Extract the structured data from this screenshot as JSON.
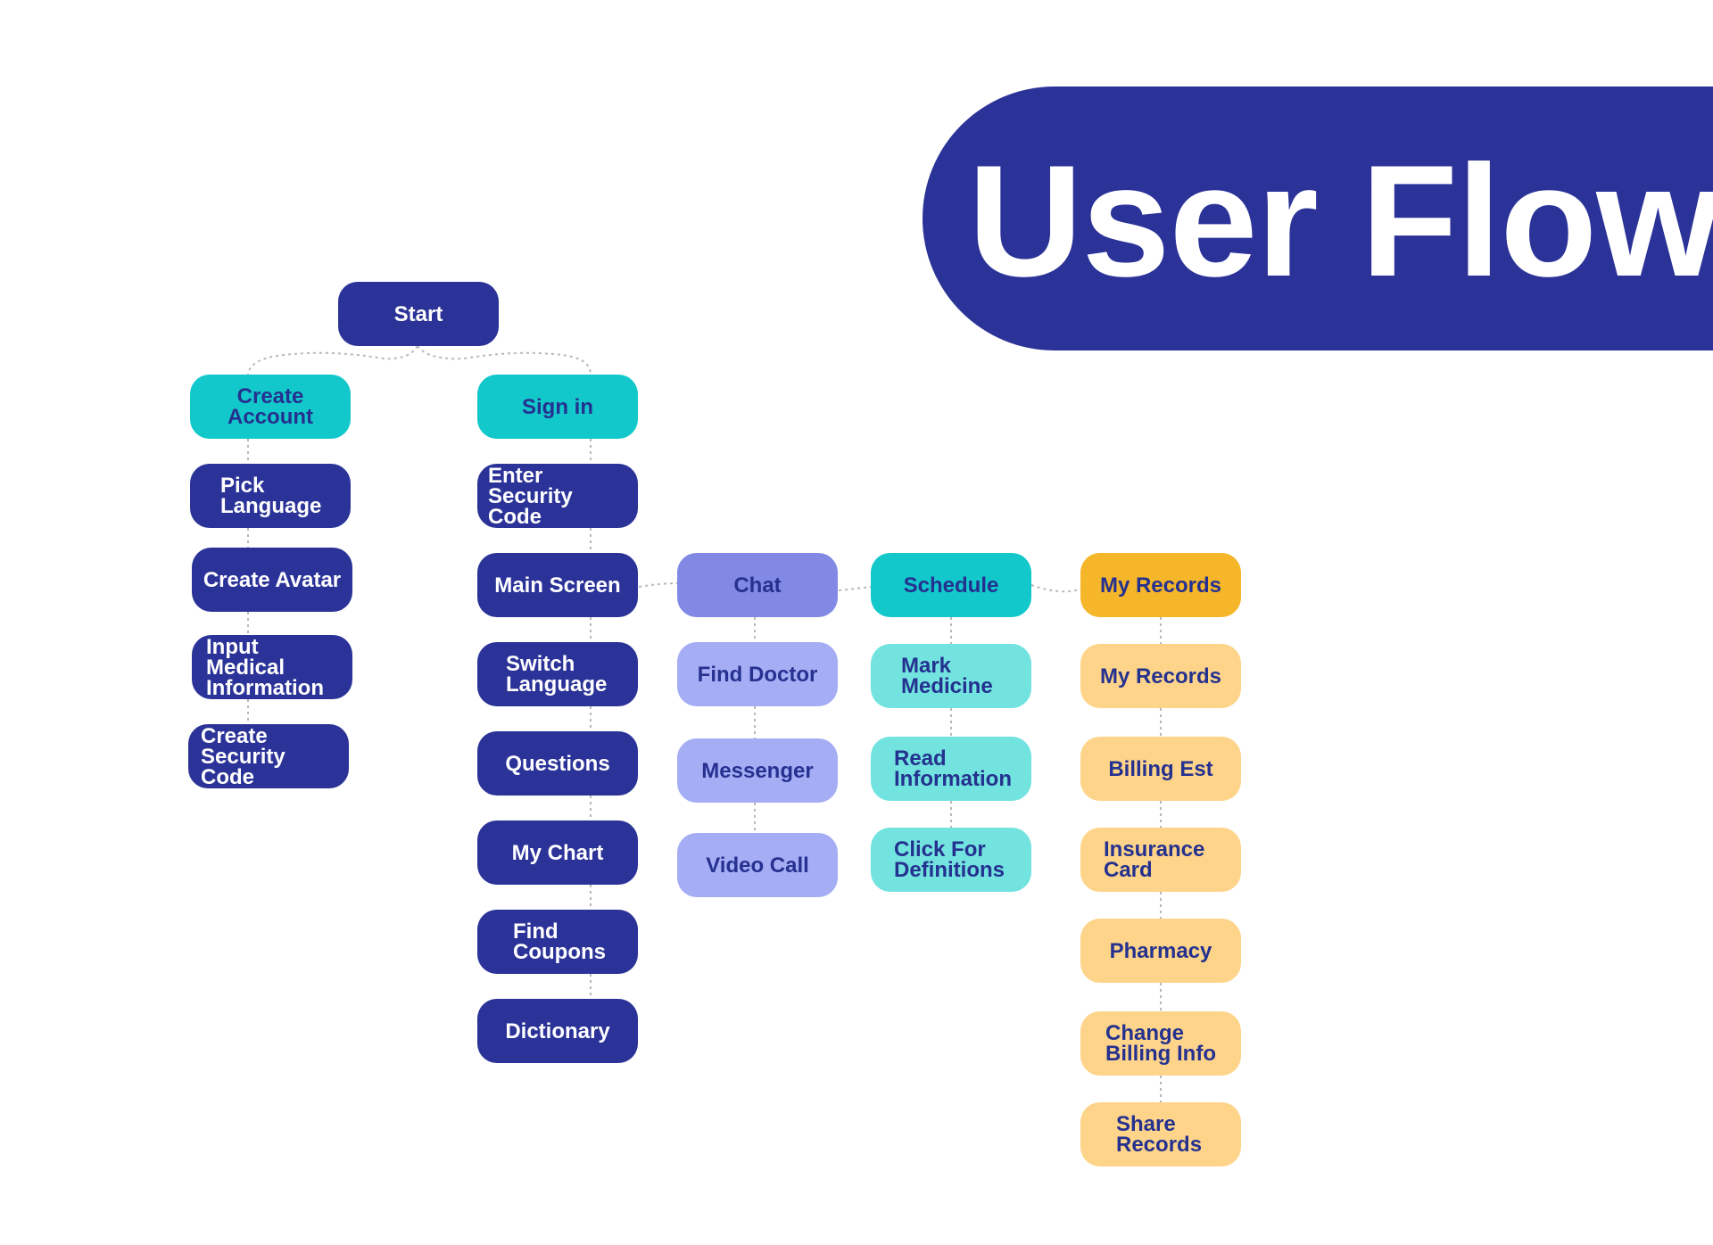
{
  "header": {
    "title": "User Flow"
  },
  "colors": {
    "banner": "#2b3398",
    "dark_node": "#2b3398",
    "teal_node": "#12c8cb",
    "chat_node": "#8189e4",
    "chat_sub": "#a5aef5",
    "schedule_sub": "#72e3df",
    "records_node": "#f6b62a",
    "records_sub": "#fed48a",
    "connector": "#b8b8b8"
  },
  "nodes": {
    "start": "Start",
    "create_account": "Create Account",
    "sign_in": "Sign in",
    "pick_language": "Pick Language",
    "create_avatar": "Create Avatar",
    "input_medical": "Input Medical Information",
    "create_security": "Create Security Code",
    "enter_security": "Enter Security Code",
    "main_screen": "Main Screen",
    "switch_language": "Switch Language",
    "questions": "Questions",
    "my_chart": "My Chart",
    "find_coupons": "Find Coupons",
    "dictionary": "Dictionary",
    "chat": "Chat",
    "find_doctor": "Find Doctor",
    "messenger": "Messenger",
    "video_call": "Video Call",
    "schedule": "Schedule",
    "mark_medicine": "Mark Medicine",
    "read_information": "Read Information",
    "click_definitions": "Click For Definitions",
    "my_records": "My Records",
    "my_records_sub": "My Records",
    "billing_est": "Billing Est",
    "insurance_card": "Insurance Card",
    "pharmacy": "Pharmacy",
    "change_billing": "Change Billing Info",
    "share_records": "Share Records"
  }
}
